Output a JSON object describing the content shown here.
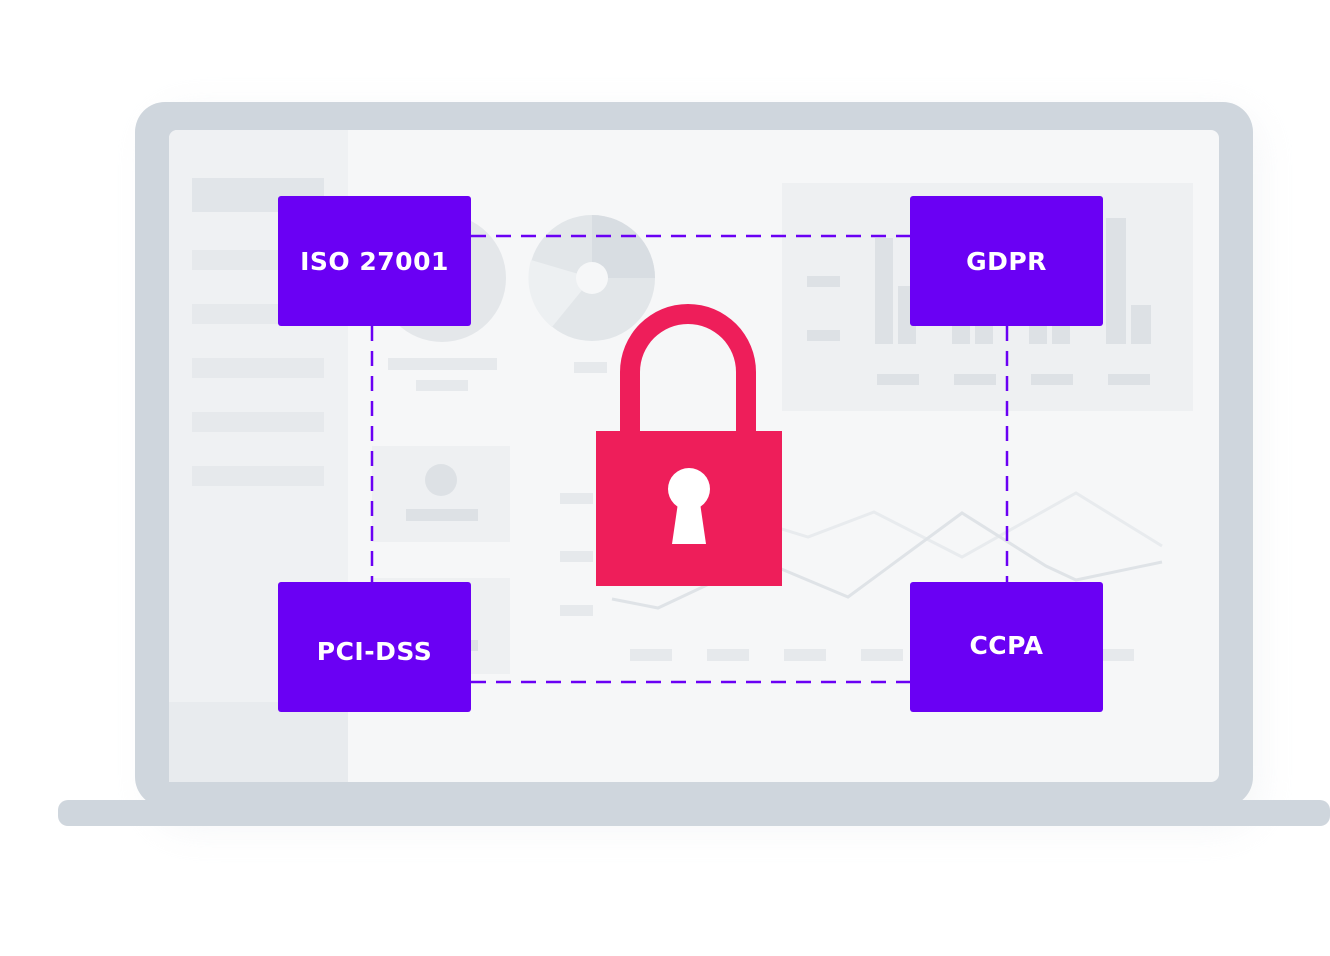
{
  "colors": {
    "laptop_frame": "#cfd6dd",
    "screen_bg": "#f6f7f8",
    "sidebar_bg": "#eef0f2",
    "wireframe": "#e3e6e9",
    "badge": "#6a00f4",
    "lock": "#ee1e5a",
    "dashed_line": "#6a00f4"
  },
  "icons": {
    "lock": "padlock-icon",
    "keyhole": "keyhole-icon",
    "laptop": "laptop-icon"
  },
  "compliance": {
    "iso": "ISO 27001",
    "gdpr": "GDPR",
    "pci": "PCI-DSS",
    "ccpa": "CCPA"
  }
}
